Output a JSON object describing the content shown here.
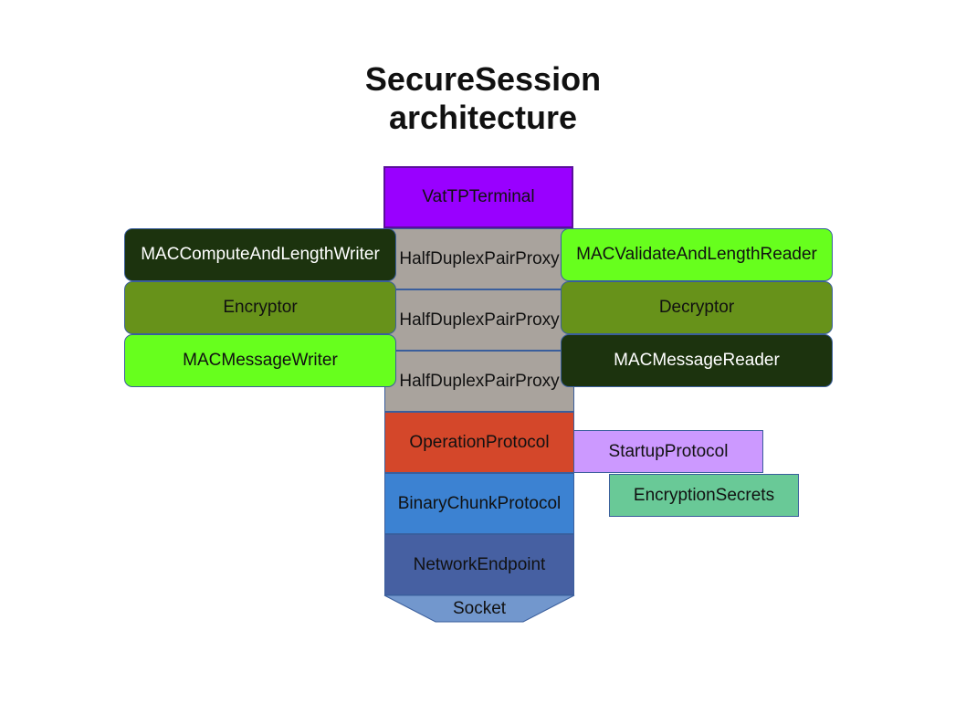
{
  "title": {
    "line1": "SecureSession",
    "line2": "architecture"
  },
  "colors": {
    "vat": "#9900ff",
    "proxy": "#a9a39d",
    "operation": "#d4472a",
    "binary": "#3c82d2",
    "network": "#4660a2",
    "socket": "#7297cd",
    "dark_green": "#1c330e",
    "olive": "#67921a",
    "bright_green": "#67ff1d",
    "startup": "#cc99ff",
    "secrets": "#69c997"
  },
  "stack": {
    "vat": "VatTPTerminal",
    "proxy1": "HalfDuplexPairProxy",
    "proxy2": "HalfDuplexPairProxy",
    "proxy3": "HalfDuplexPairProxy",
    "operation": "OperationProtocol",
    "binary": "BinaryChunkProtocol",
    "network": "NetworkEndpoint",
    "socket": "Socket"
  },
  "left_stack": {
    "mac_writer": "MACComputeAndLengthWriter",
    "encryptor": "Encryptor",
    "message_writer": "MACMessageWriter"
  },
  "right_stack": {
    "mac_reader": "MACValidateAndLengthReader",
    "decryptor": "Decryptor",
    "message_reader": "MACMessageReader"
  },
  "side": {
    "startup": "StartupProtocol",
    "secrets": "EncryptionSecrets"
  }
}
